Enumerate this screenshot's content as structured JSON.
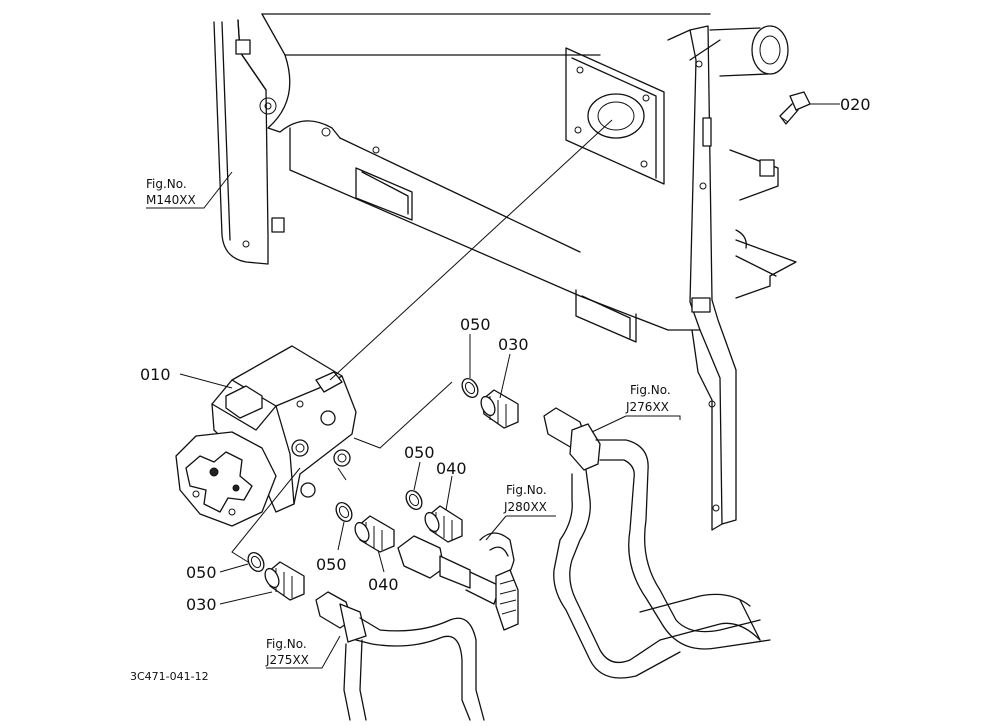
{
  "diagram": {
    "drawing_code": "3C471-041-12",
    "callouts": [
      {
        "id": "010",
        "name": "power-steering-unit"
      },
      {
        "id": "020",
        "name": "bolt"
      },
      {
        "id": "030",
        "name": "adapter-upper"
      },
      {
        "id": "050",
        "name": "o-ring-upper"
      },
      {
        "id": "050",
        "name": "o-ring-middle"
      },
      {
        "id": "040",
        "name": "adapter-middle"
      },
      {
        "id": "050",
        "name": "o-ring-center"
      },
      {
        "id": "040",
        "name": "adapter-center"
      },
      {
        "id": "050",
        "name": "o-ring-lower"
      },
      {
        "id": "030",
        "name": "adapter-lower"
      }
    ],
    "figure_refs": [
      {
        "label": "Fig.No.",
        "code": "M140XX"
      },
      {
        "label": "Fig.No.",
        "code": "J276XX"
      },
      {
        "label": "Fig.No.",
        "code": "J280XX"
      },
      {
        "label": "Fig.No.",
        "code": "J275XX"
      }
    ]
  }
}
